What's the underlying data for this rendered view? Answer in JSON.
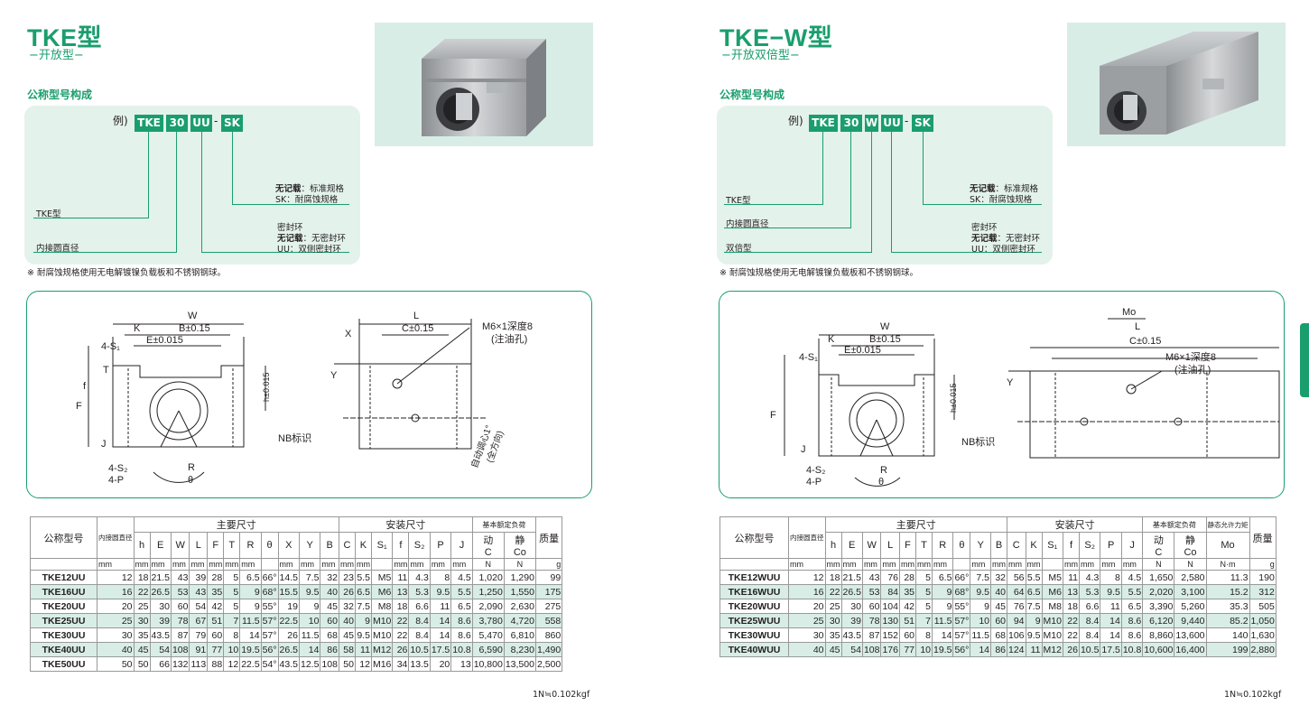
{
  "left": {
    "title": "TKE型",
    "subtitle": "−开放型−",
    "section_heading": "公称型号构成",
    "example_prefix": "例)",
    "codes": [
      "TKE",
      "30",
      "UU",
      "SK"
    ],
    "dash": "-",
    "labels": {
      "no_mark": "无记载",
      "std": "：标准规格",
      "sk": "SK：耐腐蚀规格",
      "seal": "密封环",
      "seal_none_suffix": "：无密封环",
      "uu": "UU：双侧密封环",
      "type": "TKE型",
      "inner": "内接圆直径"
    },
    "note": "※ 耐腐蚀规格使用无电解镀镍负载板和不锈钢钢球。",
    "footnote": "1N≒0.102kgf",
    "table": {
      "header": {
        "model": "公称型号",
        "inner_dia": "内接圆直径",
        "main_dims": "主要尺寸",
        "mount_dims": "安装尺寸",
        "load": "基本额定负荷",
        "dyn": "动",
        "stat": "静",
        "c": "C",
        "co": "Co",
        "n": "N",
        "mass": "质量",
        "g": "g",
        "mm": "mm",
        "cols": [
          "h",
          "E",
          "W",
          "L",
          "F",
          "T",
          "R",
          "θ",
          "X",
          "Y",
          "B",
          "C",
          "K",
          "S₁",
          "f",
          "S₂",
          "P",
          "J"
        ]
      },
      "rows": [
        [
          "TKE12UU",
          "12",
          "18",
          "21.5",
          "43",
          "39",
          "28",
          "5",
          "6.5",
          "66°",
          "14.5",
          "7.5",
          "32",
          "23",
          "5.5",
          "M5",
          "11",
          "4.3",
          "8",
          "4.5",
          "1,020",
          "1,290",
          "99"
        ],
        [
          "TKE16UU",
          "16",
          "22",
          "26.5",
          "53",
          "43",
          "35",
          "5",
          "9",
          "68°",
          "15.5",
          "9.5",
          "40",
          "26",
          "6.5",
          "M6",
          "13",
          "5.3",
          "9.5",
          "5.5",
          "1,250",
          "1,550",
          "175"
        ],
        [
          "TKE20UU",
          "20",
          "25",
          "30",
          "60",
          "54",
          "42",
          "5",
          "9",
          "55°",
          "19",
          "9",
          "45",
          "32",
          "7.5",
          "M8",
          "18",
          "6.6",
          "11",
          "6.5",
          "2,090",
          "2,630",
          "275"
        ],
        [
          "TKE25UU",
          "25",
          "30",
          "39",
          "78",
          "67",
          "51",
          "7",
          "11.5",
          "57°",
          "22.5",
          "10",
          "60",
          "40",
          "9",
          "M10",
          "22",
          "8.4",
          "14",
          "8.6",
          "3,780",
          "4,720",
          "558"
        ],
        [
          "TKE30UU",
          "30",
          "35",
          "43.5",
          "87",
          "79",
          "60",
          "8",
          "14",
          "57°",
          "26",
          "11.5",
          "68",
          "45",
          "9.5",
          "M10",
          "22",
          "8.4",
          "14",
          "8.6",
          "5,470",
          "6,810",
          "860"
        ],
        [
          "TKE40UU",
          "40",
          "45",
          "54",
          "108",
          "91",
          "77",
          "10",
          "19.5",
          "56°",
          "26.5",
          "14",
          "86",
          "58",
          "11",
          "M12",
          "26",
          "10.5",
          "17.5",
          "10.8",
          "6,590",
          "8,230",
          "1,490"
        ],
        [
          "TKE50UU",
          "50",
          "50",
          "66",
          "132",
          "113",
          "88",
          "12",
          "22.5",
          "54°",
          "43.5",
          "12.5",
          "108",
          "50",
          "12",
          "M16",
          "34",
          "13.5",
          "20",
          "13",
          "10,800",
          "13,500",
          "2,500"
        ]
      ]
    },
    "diagram": {
      "W": "W",
      "B": "B±0.15",
      "K": "K",
      "E": "E±0.015",
      "S1": "4-S₁",
      "T": "T",
      "f": "f",
      "F": "F",
      "J": "J",
      "S2": "4-S₂",
      "P": "4-P",
      "R": "R",
      "theta": "θ",
      "h": "h±0.015",
      "NB": "NB标识",
      "L": "L",
      "C": "C±0.15",
      "X": "X",
      "Y": "Y",
      "M6": "M6×1深度8",
      "oil": "(注油孔)",
      "self": "自动调心1°",
      "all": "(全方向)"
    }
  },
  "right": {
    "title": "TKE−W型",
    "subtitle": "−开放双倍型−",
    "section_heading": "公称型号构成",
    "example_prefix": "例)",
    "codes": [
      "TKE",
      "30",
      "W",
      "UU",
      "SK"
    ],
    "dash": "-",
    "labels": {
      "no_mark": "无记载",
      "std": "：标准规格",
      "sk": "SK：耐腐蚀规格",
      "seal": "密封环",
      "seal_none_suffix": "：无密封环",
      "uu": "UU：双侧密封环",
      "type": "TKE型",
      "inner": "内接圆直径",
      "double": "双倍型"
    },
    "note": "※ 耐腐蚀规格使用无电解镀镍负载板和不锈钢钢球。",
    "footnote": "1N≒0.102kgf",
    "table": {
      "header": {
        "model": "公称型号",
        "inner_dia": "内接圆直径",
        "main_dims": "主要尺寸",
        "mount_dims": "安装尺寸",
        "load": "基本额定负荷",
        "moment": "静态允许力矩",
        "dyn": "动",
        "stat": "静",
        "c": "C",
        "co": "Co",
        "mo": "Mo",
        "n": "N",
        "nm": "N·m",
        "mass": "质量",
        "g": "g",
        "mm": "mm",
        "cols": [
          "h",
          "E",
          "W",
          "L",
          "F",
          "T",
          "R",
          "θ",
          "Y",
          "B",
          "C",
          "K",
          "S₁",
          "f",
          "S₂",
          "P",
          "J"
        ]
      },
      "rows": [
        [
          "TKE12WUU",
          "12",
          "18",
          "21.5",
          "43",
          "76",
          "28",
          "5",
          "6.5",
          "66°",
          "7.5",
          "32",
          "56",
          "5.5",
          "M5",
          "11",
          "4.3",
          "8",
          "4.5",
          "1,650",
          "2,580",
          "11.3",
          "190"
        ],
        [
          "TKE16WUU",
          "16",
          "22",
          "26.5",
          "53",
          "84",
          "35",
          "5",
          "9",
          "68°",
          "9.5",
          "40",
          "64",
          "6.5",
          "M6",
          "13",
          "5.3",
          "9.5",
          "5.5",
          "2,020",
          "3,100",
          "15.2",
          "312"
        ],
        [
          "TKE20WUU",
          "20",
          "25",
          "30",
          "60",
          "104",
          "42",
          "5",
          "9",
          "55°",
          "9",
          "45",
          "76",
          "7.5",
          "M8",
          "18",
          "6.6",
          "11",
          "6.5",
          "3,390",
          "5,260",
          "35.3",
          "505"
        ],
        [
          "TKE25WUU",
          "25",
          "30",
          "39",
          "78",
          "130",
          "51",
          "7",
          "11.5",
          "57°",
          "10",
          "60",
          "94",
          "9",
          "M10",
          "22",
          "8.4",
          "14",
          "8.6",
          "6,120",
          "9,440",
          "85.2",
          "1,050"
        ],
        [
          "TKE30WUU",
          "30",
          "35",
          "43.5",
          "87",
          "152",
          "60",
          "8",
          "14",
          "57°",
          "11.5",
          "68",
          "106",
          "9.5",
          "M10",
          "22",
          "8.4",
          "14",
          "8.6",
          "8,860",
          "13,600",
          "140",
          "1,630"
        ],
        [
          "TKE40WUU",
          "40",
          "45",
          "54",
          "108",
          "176",
          "77",
          "10",
          "19.5",
          "56°",
          "14",
          "86",
          "124",
          "11",
          "M12",
          "26",
          "10.5",
          "17.5",
          "10.8",
          "10,600",
          "16,400",
          "199",
          "2,880"
        ]
      ]
    },
    "diagram": {
      "W": "W",
      "B": "B±0.15",
      "K": "K",
      "E": "E±0.015",
      "S1": "4-S₁",
      "F": "F",
      "J": "J",
      "S2": "4-S₂",
      "P": "4-P",
      "R": "R",
      "theta": "θ",
      "h": "h±0.015",
      "NB": "NB标识",
      "Mo": "Mo",
      "L": "L",
      "C": "C±0.15",
      "Y": "Y",
      "M6": "M6×1深度8",
      "oil": "(注油孔)"
    }
  },
  "colors": {
    "accent": "#1a9e6e",
    "panel": "#e4f2ec",
    "row_alt": "#d8ede6"
  }
}
